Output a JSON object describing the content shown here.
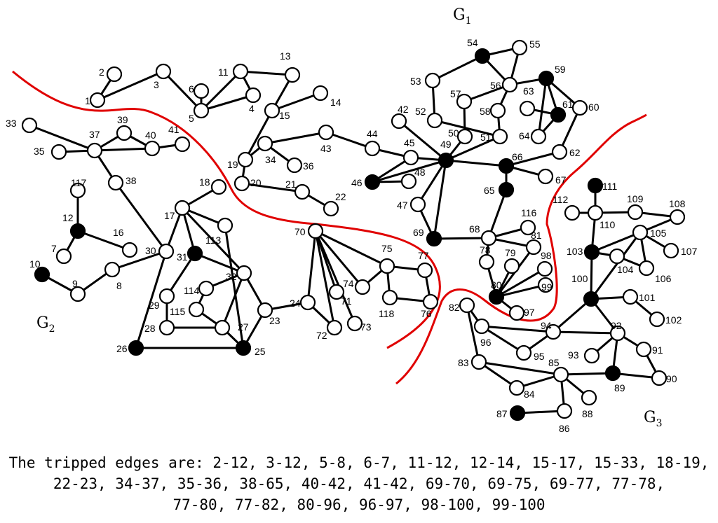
{
  "groups": [
    "G1",
    "G2",
    "G3"
  ],
  "caption": {
    "line1": "The tripped edges are: 2-12, 3-12, 5-8, 6-7, 11-12, 12-14, 15-17, 15-33, 18-19,",
    "line2": "22-23, 34-37, 35-36, 38-65, 40-42, 41-42, 69-70, 69-75, 69-77, 77-78,",
    "line3": "77-80, 77-82, 80-96, 96-97, 98-100, 99-100"
  },
  "black_nodes": [
    10,
    12,
    25,
    26,
    31,
    46,
    49,
    54,
    59,
    61,
    65,
    66,
    69,
    80,
    87,
    89,
    100,
    103,
    111
  ],
  "node_labels": [
    "1",
    "2",
    "3",
    "4",
    "5",
    "6",
    "7",
    "8",
    "9",
    "10",
    "11",
    "12",
    "13",
    "14",
    "15",
    "16",
    "17",
    "18",
    "19",
    "20",
    "21",
    "22",
    "23",
    "24",
    "25",
    "26",
    "27",
    "28",
    "29",
    "30",
    "31",
    "32",
    "33",
    "34",
    "35",
    "36",
    "37",
    "38",
    "39",
    "40",
    "41",
    "42",
    "43",
    "44",
    "45",
    "46",
    "47",
    "48",
    "49",
    "50",
    "51",
    "52",
    "53",
    "54",
    "55",
    "56",
    "57",
    "58",
    "59",
    "60",
    "61",
    "62",
    "63",
    "64",
    "65",
    "66",
    "67",
    "68",
    "69",
    "70",
    "71",
    "72",
    "73",
    "74",
    "75",
    "76",
    "77",
    "78",
    "79",
    "80",
    "81",
    "82",
    "83",
    "84",
    "85",
    "86",
    "87",
    "88",
    "89",
    "90",
    "91",
    "92",
    "93",
    "94",
    "95",
    "96",
    "97",
    "98",
    "99",
    "100",
    "101",
    "102",
    "103",
    "104",
    "105",
    "106",
    "107",
    "108",
    "109",
    "110",
    "111",
    "112",
    "113",
    "114",
    "115",
    "116",
    "117",
    "118"
  ],
  "edges": [
    [
      1,
      2
    ],
    [
      1,
      3
    ],
    [
      3,
      5
    ],
    [
      5,
      6
    ],
    [
      5,
      4
    ],
    [
      4,
      11
    ],
    [
      5,
      11
    ],
    [
      11,
      13
    ],
    [
      13,
      15
    ],
    [
      15,
      14
    ],
    [
      15,
      19
    ],
    [
      19,
      34
    ],
    [
      19,
      20
    ],
    [
      34,
      36
    ],
    [
      34,
      43
    ],
    [
      43,
      44
    ],
    [
      44,
      45
    ],
    [
      20,
      21
    ],
    [
      21,
      22
    ],
    [
      33,
      37
    ],
    [
      35,
      37
    ],
    [
      37,
      39
    ],
    [
      37,
      40
    ],
    [
      39,
      40
    ],
    [
      40,
      41
    ],
    [
      37,
      38
    ],
    [
      38,
      30
    ],
    [
      117,
      12
    ],
    [
      12,
      7
    ],
    [
      12,
      16
    ],
    [
      10,
      9
    ],
    [
      9,
      8
    ],
    [
      8,
      30
    ],
    [
      30,
      17
    ],
    [
      30,
      26
    ],
    [
      26,
      25
    ],
    [
      18,
      17
    ],
    [
      17,
      31
    ],
    [
      17,
      113
    ],
    [
      17,
      32
    ],
    [
      113,
      25
    ],
    [
      31,
      32
    ],
    [
      32,
      27
    ],
    [
      32,
      114
    ],
    [
      114,
      115
    ],
    [
      115,
      27
    ],
    [
      32,
      23
    ],
    [
      23,
      25
    ],
    [
      27,
      25
    ],
    [
      28,
      27
    ],
    [
      28,
      29
    ],
    [
      29,
      31
    ],
    [
      23,
      24
    ],
    [
      24,
      70
    ],
    [
      24,
      72
    ],
    [
      70,
      72
    ],
    [
      70,
      73
    ],
    [
      70,
      71
    ],
    [
      70,
      74
    ],
    [
      70,
      75
    ],
    [
      74,
      75
    ],
    [
      75,
      118
    ],
    [
      118,
      76
    ],
    [
      76,
      77
    ],
    [
      77,
      75
    ],
    [
      42,
      49
    ],
    [
      45,
      49
    ],
    [
      46,
      49
    ],
    [
      46,
      48
    ],
    [
      46,
      45
    ],
    [
      47,
      49
    ],
    [
      47,
      69
    ],
    [
      69,
      49
    ],
    [
      49,
      50
    ],
    [
      49,
      51
    ],
    [
      49,
      66
    ],
    [
      69,
      68
    ],
    [
      68,
      65
    ],
    [
      65,
      66
    ],
    [
      66,
      67
    ],
    [
      66,
      62
    ],
    [
      62,
      60
    ],
    [
      60,
      59
    ],
    [
      59,
      61
    ],
    [
      59,
      64
    ],
    [
      61,
      64
    ],
    [
      63,
      61
    ],
    [
      59,
      56
    ],
    [
      56,
      58
    ],
    [
      58,
      51
    ],
    [
      56,
      54
    ],
    [
      54,
      55
    ],
    [
      55,
      56
    ],
    [
      54,
      53
    ],
    [
      53,
      52
    ],
    [
      52,
      51
    ],
    [
      57,
      50
    ],
    [
      57,
      56
    ],
    [
      68,
      78
    ],
    [
      68,
      116
    ],
    [
      68,
      81
    ],
    [
      78,
      80
    ],
    [
      79,
      80
    ],
    [
      80,
      81
    ],
    [
      80,
      98
    ],
    [
      80,
      99
    ],
    [
      80,
      97
    ],
    [
      111,
      110
    ],
    [
      112,
      110
    ],
    [
      110,
      109
    ],
    [
      109,
      108
    ],
    [
      110,
      103
    ],
    [
      103,
      104
    ],
    [
      103,
      105
    ],
    [
      105,
      108
    ],
    [
      105,
      107
    ],
    [
      105,
      106
    ],
    [
      104,
      106
    ],
    [
      103,
      100
    ],
    [
      100,
      105
    ],
    [
      100,
      101
    ],
    [
      101,
      102
    ],
    [
      100,
      94
    ],
    [
      100,
      92
    ],
    [
      92,
      91
    ],
    [
      91,
      90
    ],
    [
      92,
      89
    ],
    [
      89,
      90
    ],
    [
      89,
      85
    ],
    [
      92,
      93
    ],
    [
      92,
      94
    ],
    [
      94,
      95
    ],
    [
      94,
      96
    ],
    [
      96,
      82
    ],
    [
      82,
      83
    ],
    [
      83,
      84
    ],
    [
      83,
      85
    ],
    [
      85,
      84
    ],
    [
      85,
      88
    ],
    [
      85,
      86
    ],
    [
      86,
      87
    ],
    [
      95,
      96
    ]
  ]
}
